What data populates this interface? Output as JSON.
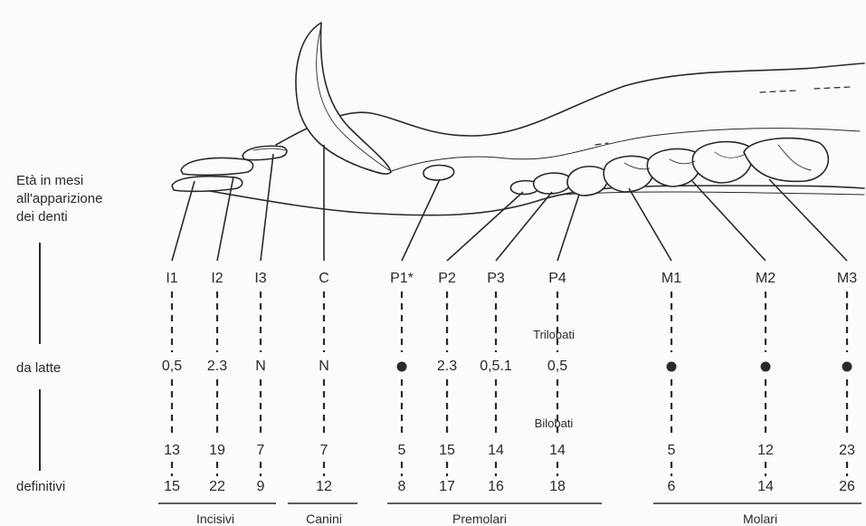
{
  "side_labels": {
    "age_title_line1": "Età in mesi",
    "age_title_line2": "all'apparizione",
    "age_title_line3": "dei denti",
    "milk": "da latte",
    "permanent": "definitivi"
  },
  "teeth": [
    {
      "code": "I1",
      "milk": "0,5",
      "perm_a": "13",
      "perm_b": "15"
    },
    {
      "code": "I2",
      "milk": "2.3",
      "perm_a": "19",
      "perm_b": "22"
    },
    {
      "code": "I3",
      "milk": "N",
      "perm_a": "7",
      "perm_b": "9"
    },
    {
      "code": "C",
      "milk": "N",
      "perm_a": "7",
      "perm_b": "12"
    },
    {
      "code": "P1*",
      "milk": "•",
      "perm_a": "5",
      "perm_b": "8"
    },
    {
      "code": "P2",
      "milk": "2.3",
      "perm_a": "15",
      "perm_b": "17"
    },
    {
      "code": "P3",
      "milk": "0,5.1",
      "perm_a": "14",
      "perm_b": "16"
    },
    {
      "code": "P4",
      "milk": "0,5",
      "perm_a": "14",
      "perm_b": "18"
    },
    {
      "code": "M1",
      "milk": "•",
      "perm_a": "5",
      "perm_b": "6"
    },
    {
      "code": "M2",
      "milk": "•",
      "perm_a": "12",
      "perm_b": "14"
    },
    {
      "code": "M3",
      "milk": "•",
      "perm_a": "23",
      "perm_b": "26"
    }
  ],
  "notes": {
    "trilobati": "Trilobati",
    "bilobati": "Bilobati"
  },
  "groups": [
    "Incisivi",
    "Canini",
    "Premolari",
    "Molari"
  ],
  "colors": {
    "ink": "#2a2a2a",
    "paper": "#fbfbf9"
  }
}
